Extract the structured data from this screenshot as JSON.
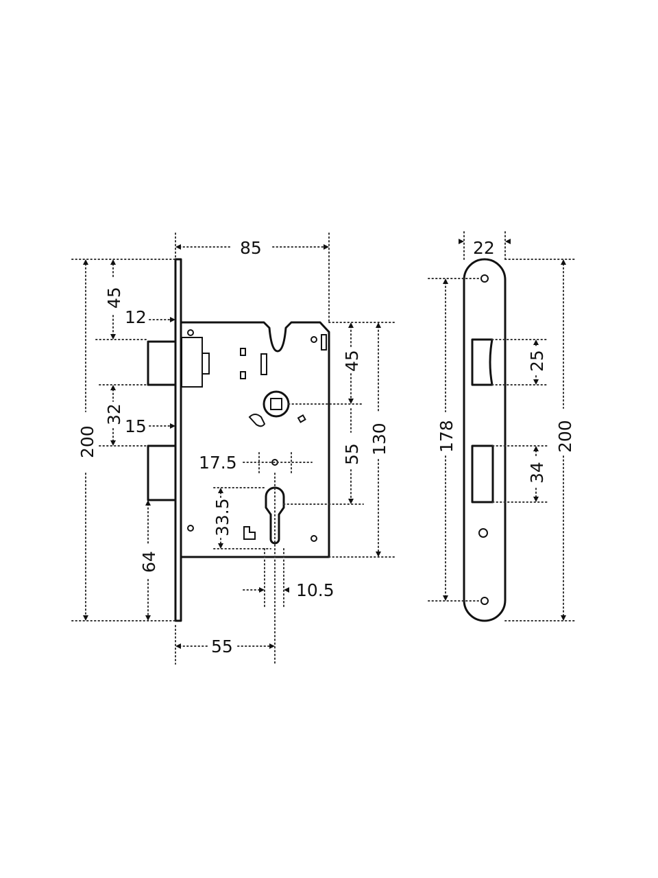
{
  "drawing": {
    "lock_body": {
      "width": "85",
      "forend_to_top": "45",
      "latch_offset": "12",
      "latch_to_deadbolt": "32",
      "deadbolt_offset": "15",
      "overall_height": "200",
      "deadbolt_to_bottom": "64",
      "backset": "55",
      "body_height": "130",
      "spindle_to_top": "45",
      "spindle_to_cylinder": "55",
      "cylinder_center_dist": "17.5",
      "cylinder_height": "33.5",
      "cylinder_width": "10.5"
    },
    "faceplate": {
      "width": "22",
      "latch_cutout": "25",
      "screw_spacing": "178",
      "overall_height": "200",
      "bolt_cutout": "34"
    }
  }
}
